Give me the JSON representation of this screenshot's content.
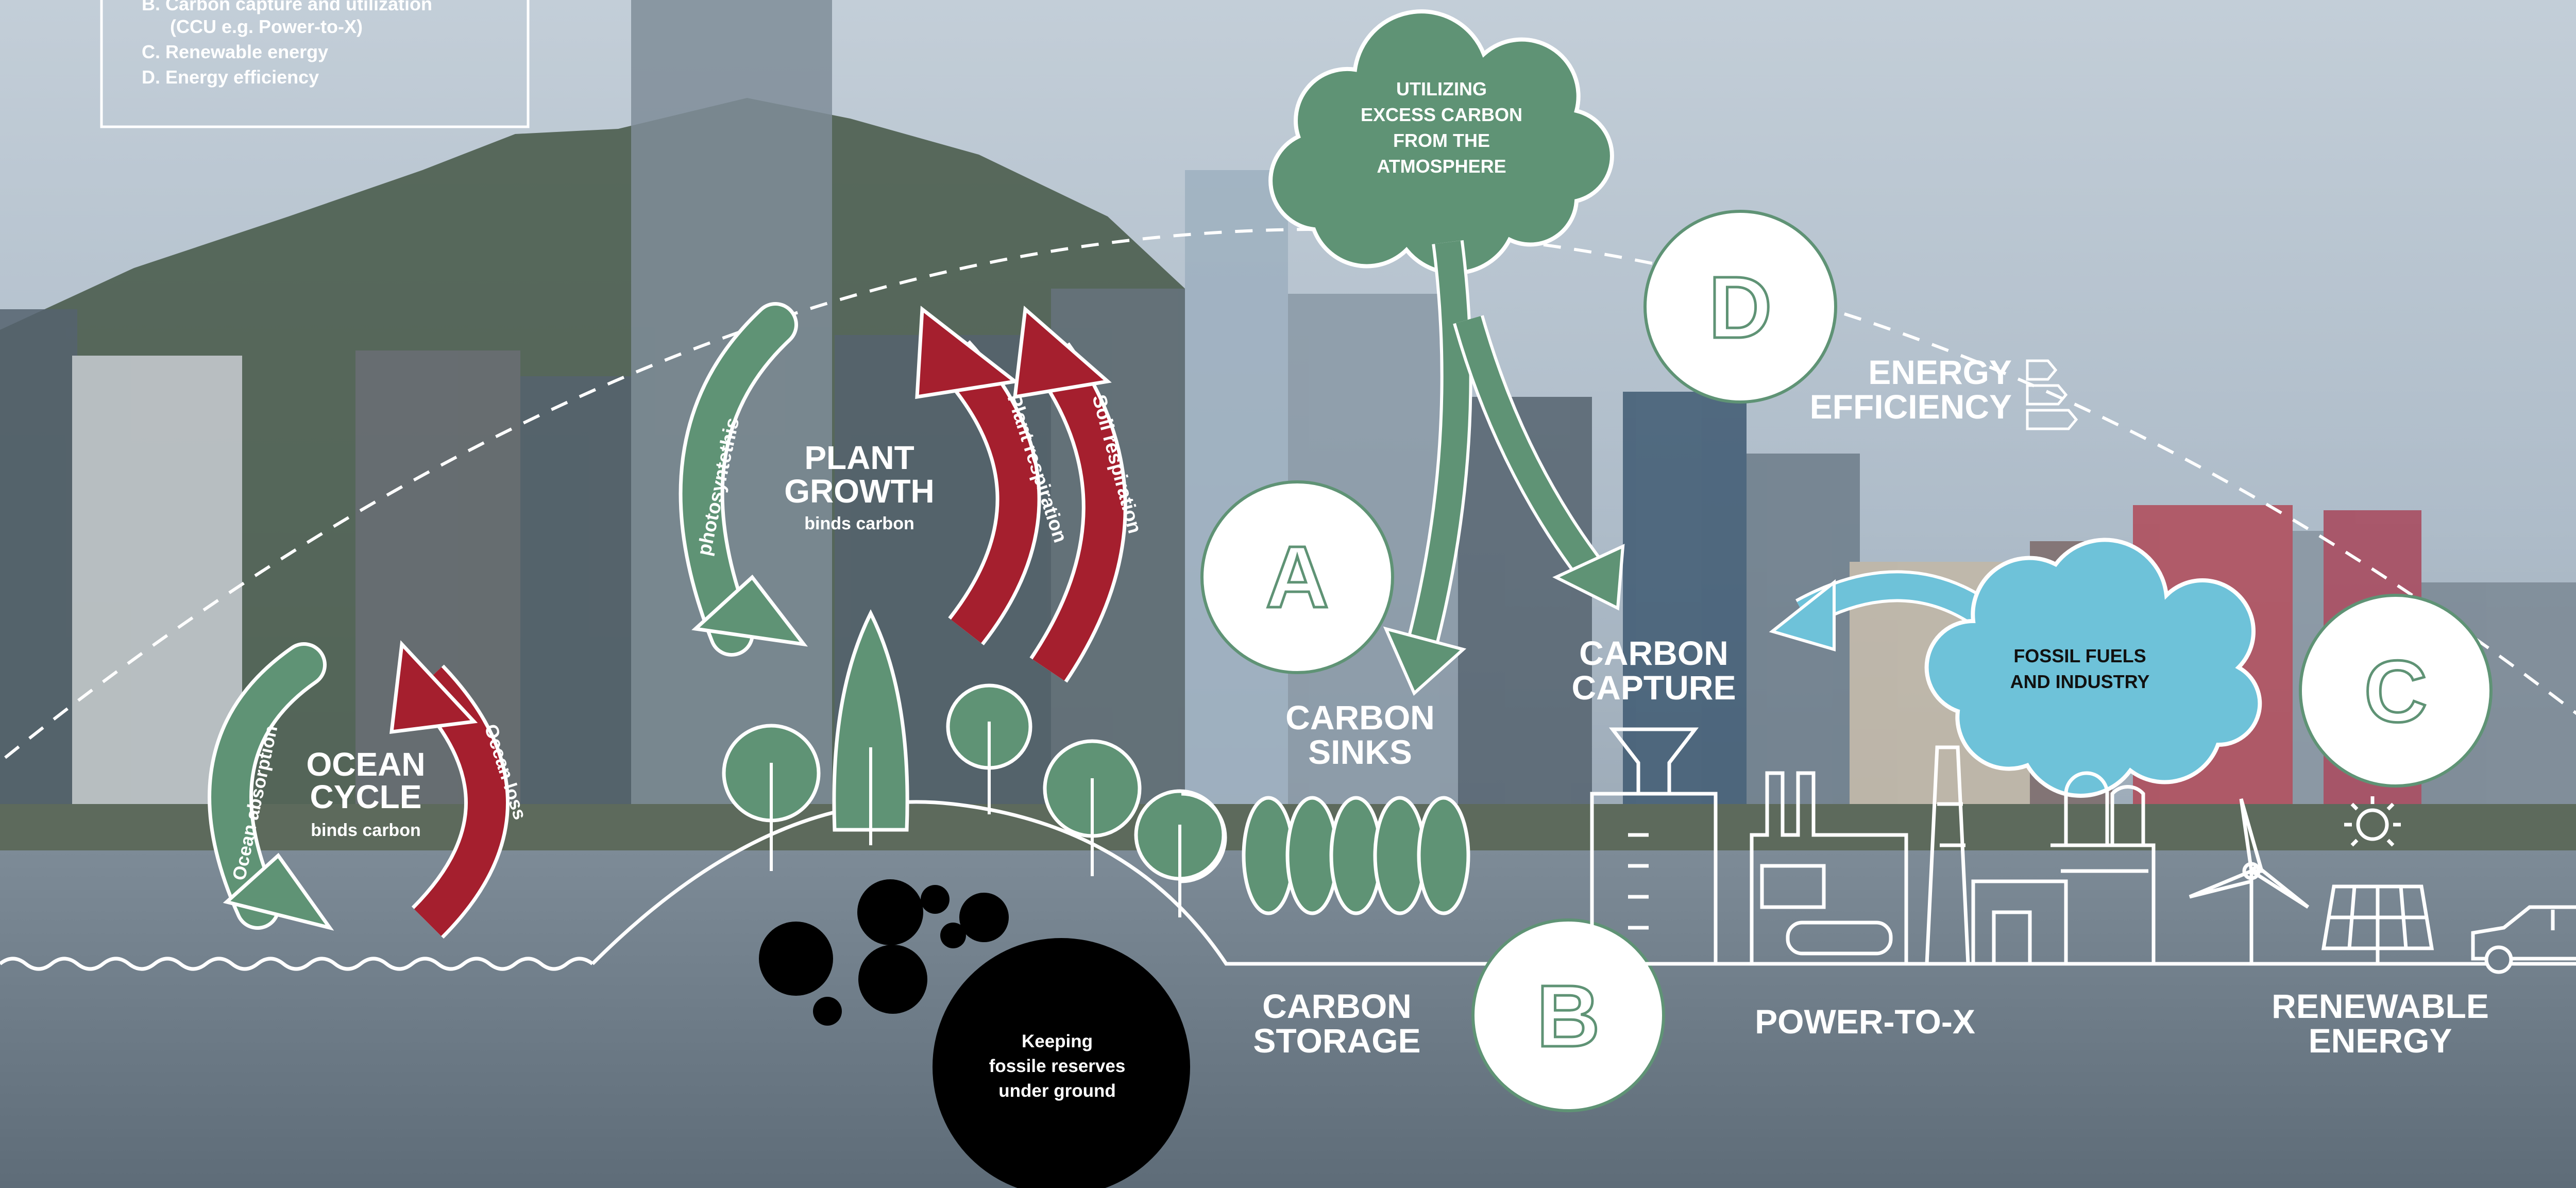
{
  "legend": {
    "items": [
      "B. Carbon capture and utilization",
      "(CCU e.g. Power-to-X)",
      "C. Renewable energy",
      "D. Energy efficiency"
    ]
  },
  "cloud_excess": {
    "lines": [
      "UTILIZING",
      "EXCESS CARBON",
      "FROM THE",
      "ATMOSPHERE"
    ]
  },
  "cloud_fossil": {
    "lines": [
      "FOSSIL FUELS",
      "AND INDUSTRY"
    ]
  },
  "badges": {
    "a": "A",
    "b": "B",
    "c": "C",
    "d": "D"
  },
  "energy_efficiency": {
    "lines": [
      "ENERGY",
      "EFFICIENCY"
    ]
  },
  "plant_growth": {
    "title_lines": [
      "PLANT",
      "GROWTH"
    ],
    "sub": "binds carbon",
    "arrow_photosynthesis": "photosyntethis",
    "arrow_plant_resp": "Plant respiration",
    "arrow_soil_resp": "Soil respiration"
  },
  "ocean_cycle": {
    "title_lines": [
      "OCEAN",
      "CYCLE"
    ],
    "sub": "binds carbon",
    "arrow_absorption": "Ocean absorption",
    "arrow_loss": "Ocean loss"
  },
  "carbon_sinks": {
    "lines": [
      "CARBON",
      "SINKS"
    ]
  },
  "carbon_capture": {
    "lines": [
      "CARBON",
      "CAPTURE"
    ]
  },
  "carbon_storage": {
    "lines": [
      "CARBON",
      "STORAGE"
    ]
  },
  "power_to_x": {
    "label": "POWER-TO-X"
  },
  "renewable_energy": {
    "lines": [
      "RENEWABLE",
      "ENERGY"
    ]
  },
  "fossil_reserves": {
    "lines": [
      "Keeping",
      "fossile reserves",
      "under ground"
    ]
  },
  "colors": {
    "green": "#5f9375",
    "red": "#a51f2e",
    "blue": "#6ec2d9",
    "white": "#ffffff",
    "black": "#000000",
    "sky": "#b9c6d2",
    "water": "#6f7e8b",
    "mountain": "#4b5d4e"
  }
}
